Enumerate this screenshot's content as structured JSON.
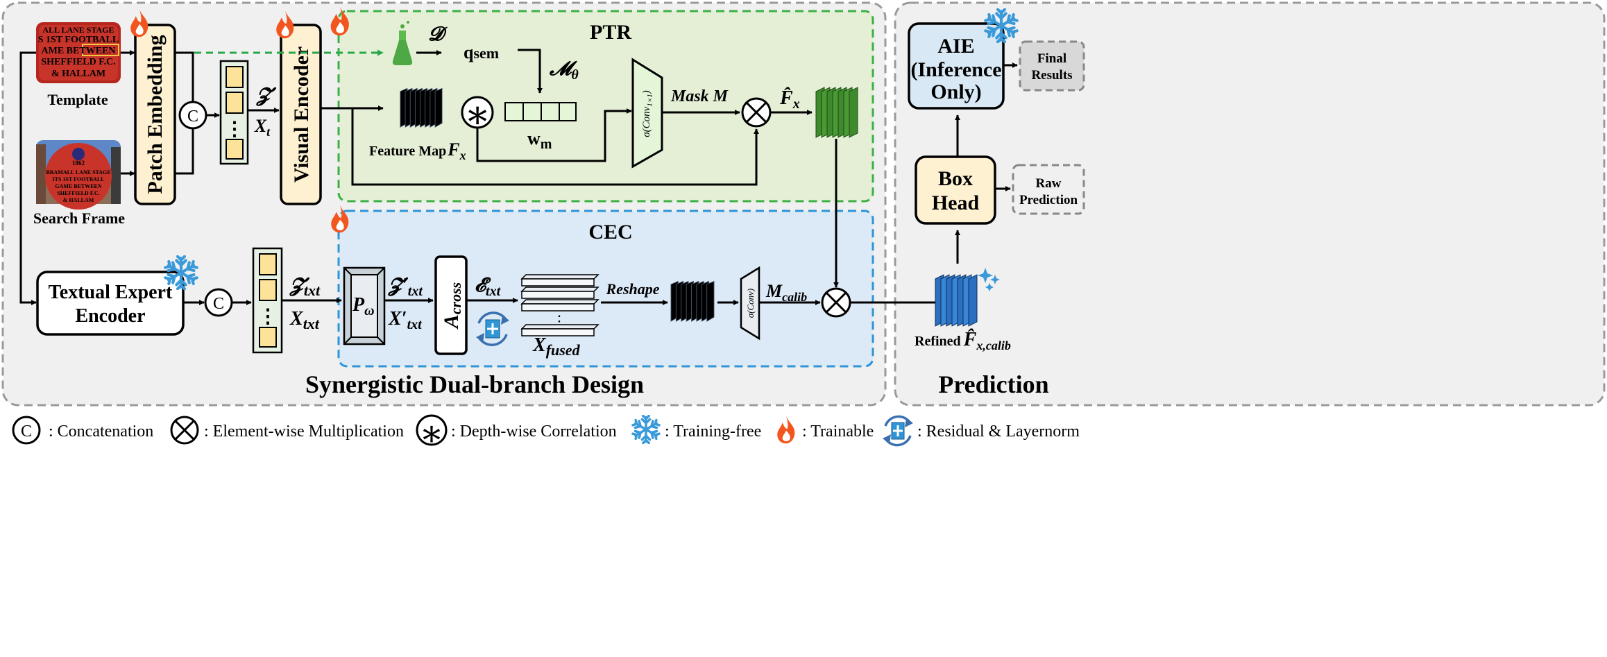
{
  "sections": {
    "main_title": "Synergistic Dual-branch Design",
    "prediction_title": "Prediction",
    "ptr_title": "PTR",
    "cec_title": "CEC"
  },
  "inputs": {
    "template_label": "Template",
    "search_label": "Search Frame",
    "template_sign_text": [
      "ALL LANE STAGE",
      "S 1ST FOOTBALL",
      "AME BETWEEN",
      "SHEFFIELD F.C.",
      "& HALLAM"
    ],
    "search_sign_text": [
      "1862",
      "BRAMALL LANE STAGE",
      "ITS 1ST FOOTBALL",
      "GAME BETWEEN",
      "SHEFFIELD F.C.",
      "& HALLAM"
    ]
  },
  "modules": {
    "patch_embedding": "Patch Embedding",
    "visual_encoder": "Visual Encoder",
    "textual_encoder_line1": "Textual Expert",
    "textual_encoder_line2": "Encoder",
    "box_head_line1": "Box",
    "box_head_line2": "Head",
    "aie_line1": "AIE",
    "aie_line2": "(Inference",
    "aie_line3": "Only)",
    "final_results_line1": "Final",
    "final_results_line2": "Results",
    "raw_prediction_line1": "Raw",
    "raw_prediction_line2": "Prediction"
  },
  "symbols": {
    "concat": "C",
    "z": "𝓩",
    "xt": "X",
    "xt_sub": "t",
    "dataset": "𝓓",
    "qsem": "q",
    "qsem_sub": "sem",
    "m_theta": "𝓜",
    "m_theta_sub": "θ",
    "wm": "w",
    "wm_sub": "m",
    "feature_map": "Feature Map",
    "fx": "F",
    "fx_sub": "x",
    "conv1x1_prefix": "σ(",
    "conv1x1": "Conv",
    "conv1x1_sub": "1×1",
    "conv1x1_suffix": ")",
    "mask": "Mask M",
    "fx_hat": "F̂",
    "fx_hat_sub": "x",
    "z_txt": "𝓩",
    "z_txt_sub": "txt",
    "x_txt": "X",
    "x_txt_sub": "txt",
    "p_omega": "P",
    "p_omega_sub": "ω",
    "z_txt_prime": "𝓩′",
    "z_txt_prime_sub": "txt",
    "x_txt_prime": "X′",
    "x_txt_prime_sub": "txt",
    "a_cross": "A",
    "a_cross_sub": "cross",
    "e_txt": "𝓔",
    "e_txt_sub": "txt",
    "x_fused": "X",
    "x_fused_sub": "fused",
    "reshape": "Reshape",
    "sigma_conv": "σ(Conv)",
    "m_calib": "M",
    "m_calib_sub": "calib",
    "refined": "Refined",
    "refined_f": "F̂",
    "refined_f_sub": "x,calib",
    "dots": "⋮"
  },
  "legend": {
    "concat": ": Concatenation",
    "mult": ": Element-wise Multiplication",
    "corr": ": Depth-wise Correlation",
    "frozen": ": Training-free",
    "trainable": ": Trainable",
    "residual": ": Residual & Layernorm"
  },
  "colors": {
    "green_fill": "#e4efd6",
    "green_border": "#3cb044",
    "blue_fill": "#dce9f6",
    "blue_border": "#2e95d6",
    "cream": "#fdf1d2",
    "token_yellow": "#fde29a",
    "token_panel": "#e6f1e3",
    "gray_panel": "#f0f0f0",
    "snowflake": "#3a9ad9",
    "flame": "#f3551e"
  }
}
